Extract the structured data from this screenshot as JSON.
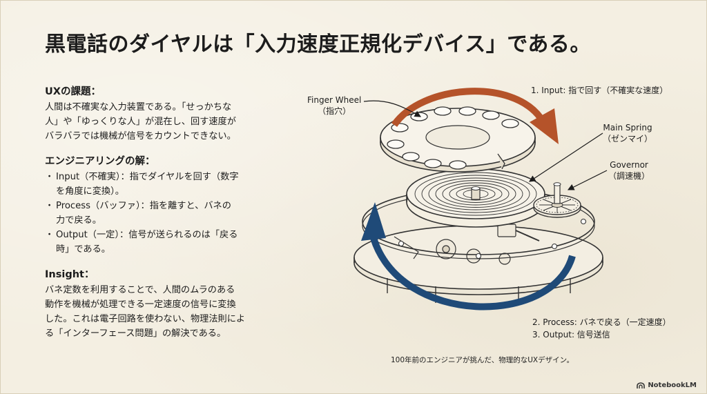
{
  "title": "黒電話のダイヤルは「入力速度正規化デバイス」である。",
  "challenge": {
    "heading": "UXの課題：",
    "lines": [
      "人間は不確実な入力装置である。「せっかちな",
      "人」や「ゆっくりな人」が混在し、回す速度が",
      "バラバラでは機械が信号をカウントできない。"
    ]
  },
  "solution": {
    "heading": "エンジニアリングの解：",
    "bullets": [
      {
        "lines": [
          "Input（不確実）：指でダイヤルを回す（数字",
          "を角度に変換）。"
        ]
      },
      {
        "lines": [
          "Process（バッファ）：指を離すと、バネの",
          "力で戻る。"
        ]
      },
      {
        "lines": [
          "Output（一定）：信号が送られるのは「戻る",
          "時」である。"
        ]
      }
    ]
  },
  "insight": {
    "heading": "Insight：",
    "lines": [
      "バネ定数を利用することで、人間のムラのある",
      "動作を機械が処理できる一定速度の信号に変換",
      "した。これは電子回路を使わない、物理法則によ",
      "る「インターフェース問題」の解決である。"
    ]
  },
  "diagram": {
    "finger_wheel": {
      "name": "Finger Wheel",
      "jp": "（指穴）"
    },
    "main_spring": {
      "name": "Main Spring",
      "jp": "（ゼンマイ）"
    },
    "governor": {
      "name": "Governor",
      "jp": "（調速機）"
    },
    "step1": "1. Input: 指で回す（不確実な速度）",
    "step2": "2. Process: バネで戻る（一定速度）",
    "step3": "3. Output: 信号送信"
  },
  "footnote": "100年前のエンジニアが挑んだ、物理的なUXデザイン。",
  "brand": "NotebookLM",
  "colors": {
    "background": "#f4efe2",
    "input_arrow": "#b5532a",
    "return_arrow": "#1f4a78",
    "text": "#1c1c1c"
  }
}
